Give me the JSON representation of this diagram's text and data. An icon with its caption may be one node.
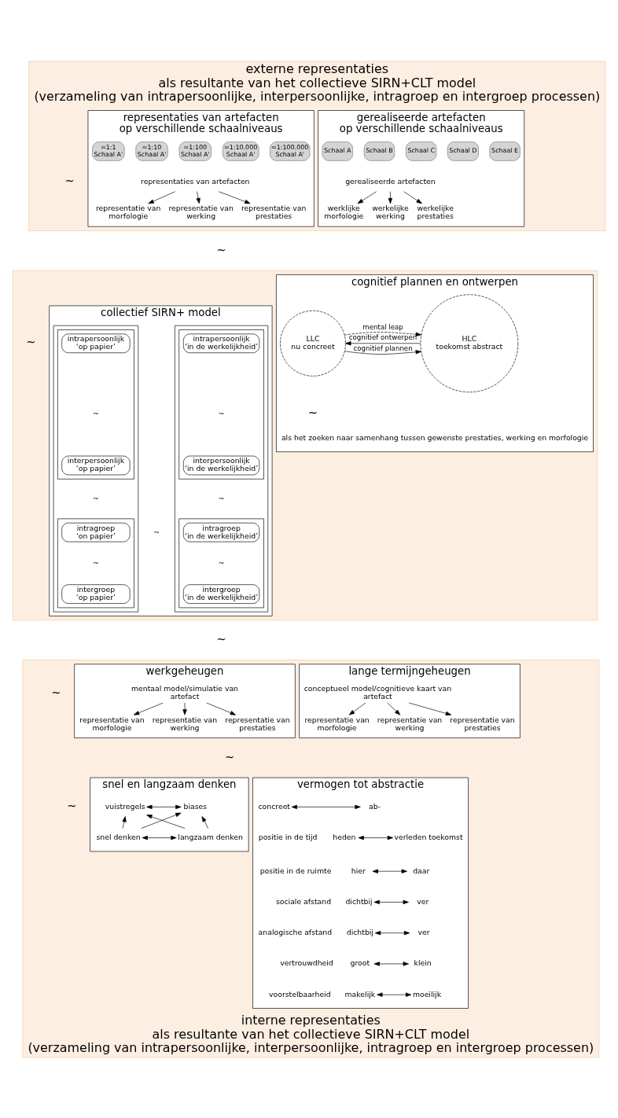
{
  "diagram": {
    "nodes": [
      {
        "text": [
          "externe representaties",
          "als resultante van het collectieve SIRN+CLT model",
          "(verzameling van intrapersoonlijke, interpersoonlijke, intragroep en intergroep processen)"
        ]
      },
      {
        "text": [
          "representaties van artefacten",
          "op verschillende schaalniveaus"
        ],
        "in": 0
      },
      {
        "text": [
          "≈1:1",
          "Schaal A'"
        ],
        "in": 1
      },
      {
        "text": [
          "≈1:10",
          "Schaal A'"
        ],
        "in": 1
      },
      {
        "text": [
          "≈1:100",
          "Schaal A'"
        ],
        "in": 1
      },
      {
        "text": [
          "≈1:10.000",
          "Schaal A'"
        ],
        "in": 1
      },
      {
        "text": [
          "≈1:100.000",
          "Schaal A'"
        ],
        "in": 1
      },
      {
        "text": [
          "representaties van artefacten"
        ],
        "in": 1
      },
      {
        "text": [
          "representatie van",
          "morfologie"
        ],
        "in": 1
      },
      {
        "text": [
          "representatie van",
          "werking"
        ],
        "in": 1
      },
      {
        "text": [
          "representatie van",
          "prestaties"
        ],
        "in": 1
      },
      {
        "text": [
          "gerealiseerde artefacten",
          "op verschillende schaalniveaus"
        ],
        "in": 0
      },
      {
        "text": [
          "Schaal A"
        ],
        "in": 11
      },
      {
        "text": [
          "Schaal B"
        ],
        "in": 11
      },
      {
        "text": [
          "Schaal C"
        ],
        "in": 11
      },
      {
        "text": [
          "Schaal D"
        ],
        "in": 11
      },
      {
        "text": [
          "Schaal E"
        ],
        "in": 11
      },
      {
        "text": [
          "gerealiseerde artefacten"
        ],
        "in": 11
      },
      {
        "text": [
          "werklijke",
          "morfologie"
        ],
        "in": 11
      },
      {
        "text": [
          "werkelijke",
          "werking"
        ],
        "in": 11
      },
      {
        "text": [
          "werkelijke",
          "prestaties"
        ],
        "in": 11
      },
      {
        "text": [],
        "shape": "box"
      },
      {
        "text": [
          "cognitief plannen en ontwerpen"
        ],
        "in": 21
      },
      {
        "text": [
          "LLC",
          "nu concreet"
        ],
        "in": 22
      },
      {
        "text": [
          "HLC",
          "toekomst abstract"
        ],
        "in": 22
      },
      {
        "text": [
          "collectief SIRN+ model"
        ],
        "in": 21
      },
      {
        "text": [],
        "shape": "box",
        "in": 25
      },
      {
        "text": [],
        "shape": "box",
        "in": 26
      },
      {
        "text": [
          "intrapersoonlijk",
          "‘op papier’"
        ],
        "in": 27
      },
      {
        "text": [
          "interpersoonlijk",
          "‘op papier’"
        ],
        "in": 27
      },
      {
        "text": [],
        "shape": "box",
        "in": 26
      },
      {
        "text": [
          "intragroep",
          "‘on papier’"
        ],
        "in": 30
      },
      {
        "text": [
          "intergroep",
          "‘op papier’"
        ],
        "in": 30
      },
      {
        "text": [],
        "shape": "box",
        "in": 25
      },
      {
        "text": [],
        "shape": "box",
        "in": 33
      },
      {
        "text": [
          "intrapersoonlijk",
          "‘in de werkelijkheid’"
        ],
        "in": 34
      },
      {
        "text": [
          "interpersoonlijk",
          "‘in de werkelijkheid’"
        ],
        "in": 34
      },
      {
        "text": [],
        "shape": "box",
        "in": 33
      },
      {
        "text": [
          "intragroep",
          "‘in de werkelijkheid’"
        ],
        "in": 37
      },
      {
        "text": [
          "intergroep",
          "‘in de werkelijkheid’"
        ],
        "in": 37
      },
      {
        "text": [
          "interne representaties",
          "als resultante van het collectieve SIRN+CLT model",
          "(verzameling van intrapersoonlijke, interpersoonlijke, intragroep en intergroep processen)"
        ]
      },
      {
        "text": [
          "werkgeheugen"
        ],
        "in": 40
      },
      {
        "text": [
          "mentaal model/simulatie van",
          "artefact"
        ],
        "in": 41
      },
      {
        "text": [
          "representatie van",
          "morfologie"
        ],
        "in": 41
      },
      {
        "text": [
          "representatie van",
          "werking"
        ],
        "in": 41
      },
      {
        "text": [
          "representatie van",
          "prestaties"
        ],
        "in": 41
      },
      {
        "text": [
          "lange termijngeheugen"
        ],
        "in": 40
      },
      {
        "text": [
          "conceptueel model/cognitieve kaart van",
          "artefact"
        ],
        "in": 46
      },
      {
        "text": [
          "representatie van",
          "morfologie"
        ],
        "in": 46
      },
      {
        "text": [
          "representatie van",
          "werking"
        ],
        "in": 46
      },
      {
        "text": [
          "representatie van",
          "prestaties"
        ],
        "in": 46
      },
      {
        "text": [
          "snel en langzaam denken"
        ],
        "in": 40
      },
      {
        "text": [
          "vuistregels"
        ],
        "in": 51
      },
      {
        "text": [
          "biases"
        ],
        "in": 51
      },
      {
        "text": [
          "snel denken"
        ],
        "in": 51
      },
      {
        "text": [
          "langzaam denken"
        ],
        "in": 51
      },
      {
        "text": [
          "vermogen tot abstractie"
        ],
        "in": 40
      },
      {
        "text": [
          "concreet"
        ],
        "in": 56
      },
      {
        "text": [
          "ab-"
        ],
        "in": 56
      },
      {
        "text": [
          "heden"
        ],
        "in": 56
      },
      {
        "text": [
          "verleden toekomst"
        ],
        "in": 56
      },
      {
        "text": [
          "hier"
        ],
        "in": 56
      },
      {
        "text": [
          "daar"
        ],
        "in": 56
      },
      {
        "text": [
          "dichtbij"
        ],
        "in": 56
      },
      {
        "text": [
          "ver"
        ],
        "in": 56
      },
      {
        "text": [
          "dichtbij"
        ],
        "in": 56
      },
      {
        "text": [
          "ver"
        ],
        "in": 56
      },
      {
        "text": [
          "groot"
        ],
        "in": 56
      },
      {
        "text": [
          "klein"
        ],
        "in": 56
      },
      {
        "text": [
          "makelijk"
        ],
        "in": 56
      },
      {
        "text": [
          "moeilijk"
        ],
        "in": 56
      }
    ],
    "edges": [
      {
        "from": 7,
        "to": 8,
        "arrow": "to"
      },
      {
        "from": 7,
        "to": 9,
        "arrow": "to"
      },
      {
        "from": 7,
        "to": 10,
        "arrow": "to"
      },
      {
        "from": 17,
        "to": 18,
        "arrow": "to"
      },
      {
        "from": 17,
        "to": 19,
        "arrow": "to"
      },
      {
        "from": 17,
        "to": 20,
        "arrow": "to"
      },
      {
        "from": 23,
        "to": 24,
        "arrow": "to",
        "label": "mental leap",
        "style": "dashed"
      },
      {
        "from": 24,
        "to": 23,
        "arrow": "to",
        "label": "cognitief ontwerpen"
      },
      {
        "from": 23,
        "to": 24,
        "arrow": "to",
        "label": "cognitief plannen"
      },
      {
        "from": 42,
        "to": 43,
        "arrow": "to"
      },
      {
        "from": 42,
        "to": 44,
        "arrow": "to"
      },
      {
        "from": 42,
        "to": 45,
        "arrow": "to"
      },
      {
        "from": 47,
        "to": 48,
        "arrow": "to"
      },
      {
        "from": 47,
        "to": 49,
        "arrow": "to"
      },
      {
        "from": 47,
        "to": 50,
        "arrow": "to"
      },
      {
        "from": 52,
        "to": 53,
        "arrow": "both"
      },
      {
        "from": 54,
        "to": 52,
        "arrow": "to"
      },
      {
        "from": 55,
        "to": 52,
        "arrow": "to"
      },
      {
        "from": 54,
        "to": 53,
        "arrow": "to"
      },
      {
        "from": 55,
        "to": 53,
        "arrow": "to"
      },
      {
        "from": 54,
        "to": 55,
        "arrow": "both"
      },
      {
        "from": 57,
        "to": 58,
        "arrow": "both"
      },
      {
        "from": 59,
        "to": 60,
        "arrow": "both"
      },
      {
        "from": 61,
        "to": 62,
        "arrow": "both"
      },
      {
        "from": 63,
        "to": 64,
        "arrow": "both"
      },
      {
        "from": 65,
        "to": 66,
        "arrow": "both"
      },
      {
        "from": 67,
        "to": 68,
        "arrow": "both"
      },
      {
        "from": 69,
        "to": 70,
        "arrow": "both"
      }
    ],
    "labels": [
      "~",
      "~",
      "~",
      "~",
      "als het zoeken naar samenhang tussen gewenste prestaties, werking en morfologie",
      "~",
      "~",
      "~",
      "~",
      "~",
      "~",
      "~",
      "~",
      "~",
      "~",
      "~",
      "positie in de tijd",
      "positie in de ruimte",
      "sociale afstand",
      "analogische afstand",
      "vertrouwdheid",
      "voorstelbaarheid"
    ]
  }
}
